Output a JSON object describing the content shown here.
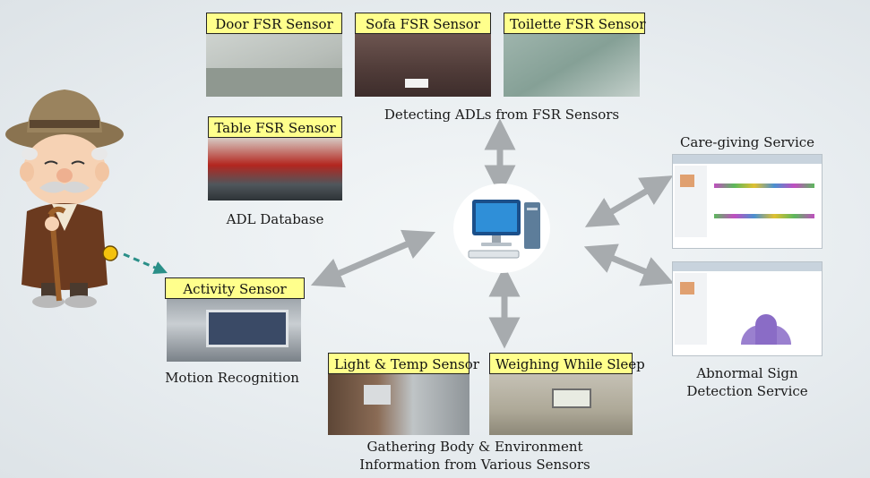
{
  "sensors": {
    "door": "Door FSR Sensor",
    "sofa": "Sofa FSR Sensor",
    "toilette": "Toilette FSR Sensor",
    "table": "Table FSR Sensor",
    "activity": "Activity Sensor",
    "light_temp": "Light & Temp Sensor",
    "weighing": "Weighing While Sleep"
  },
  "captions": {
    "detecting_adls": "Detecting ADLs from FSR Sensors",
    "adl_database": "ADL Database",
    "motion_recognition": "Motion Recognition",
    "gathering_line1": "Gathering Body & Environment",
    "gathering_line2": "Information from Various Sensors",
    "care_giving": "Care-giving Service",
    "abnormal_line1": "Abnormal Sign",
    "abnormal_line2": "Detection Service"
  },
  "colors": {
    "label_fill": "#ffff8c",
    "arrow": "#a7abae",
    "dashed_arrow": "#2a8f88",
    "sensor_dot": "#f4c20d"
  },
  "icons": {
    "central": "computer-icon",
    "person": "elderly-man-illustration"
  }
}
